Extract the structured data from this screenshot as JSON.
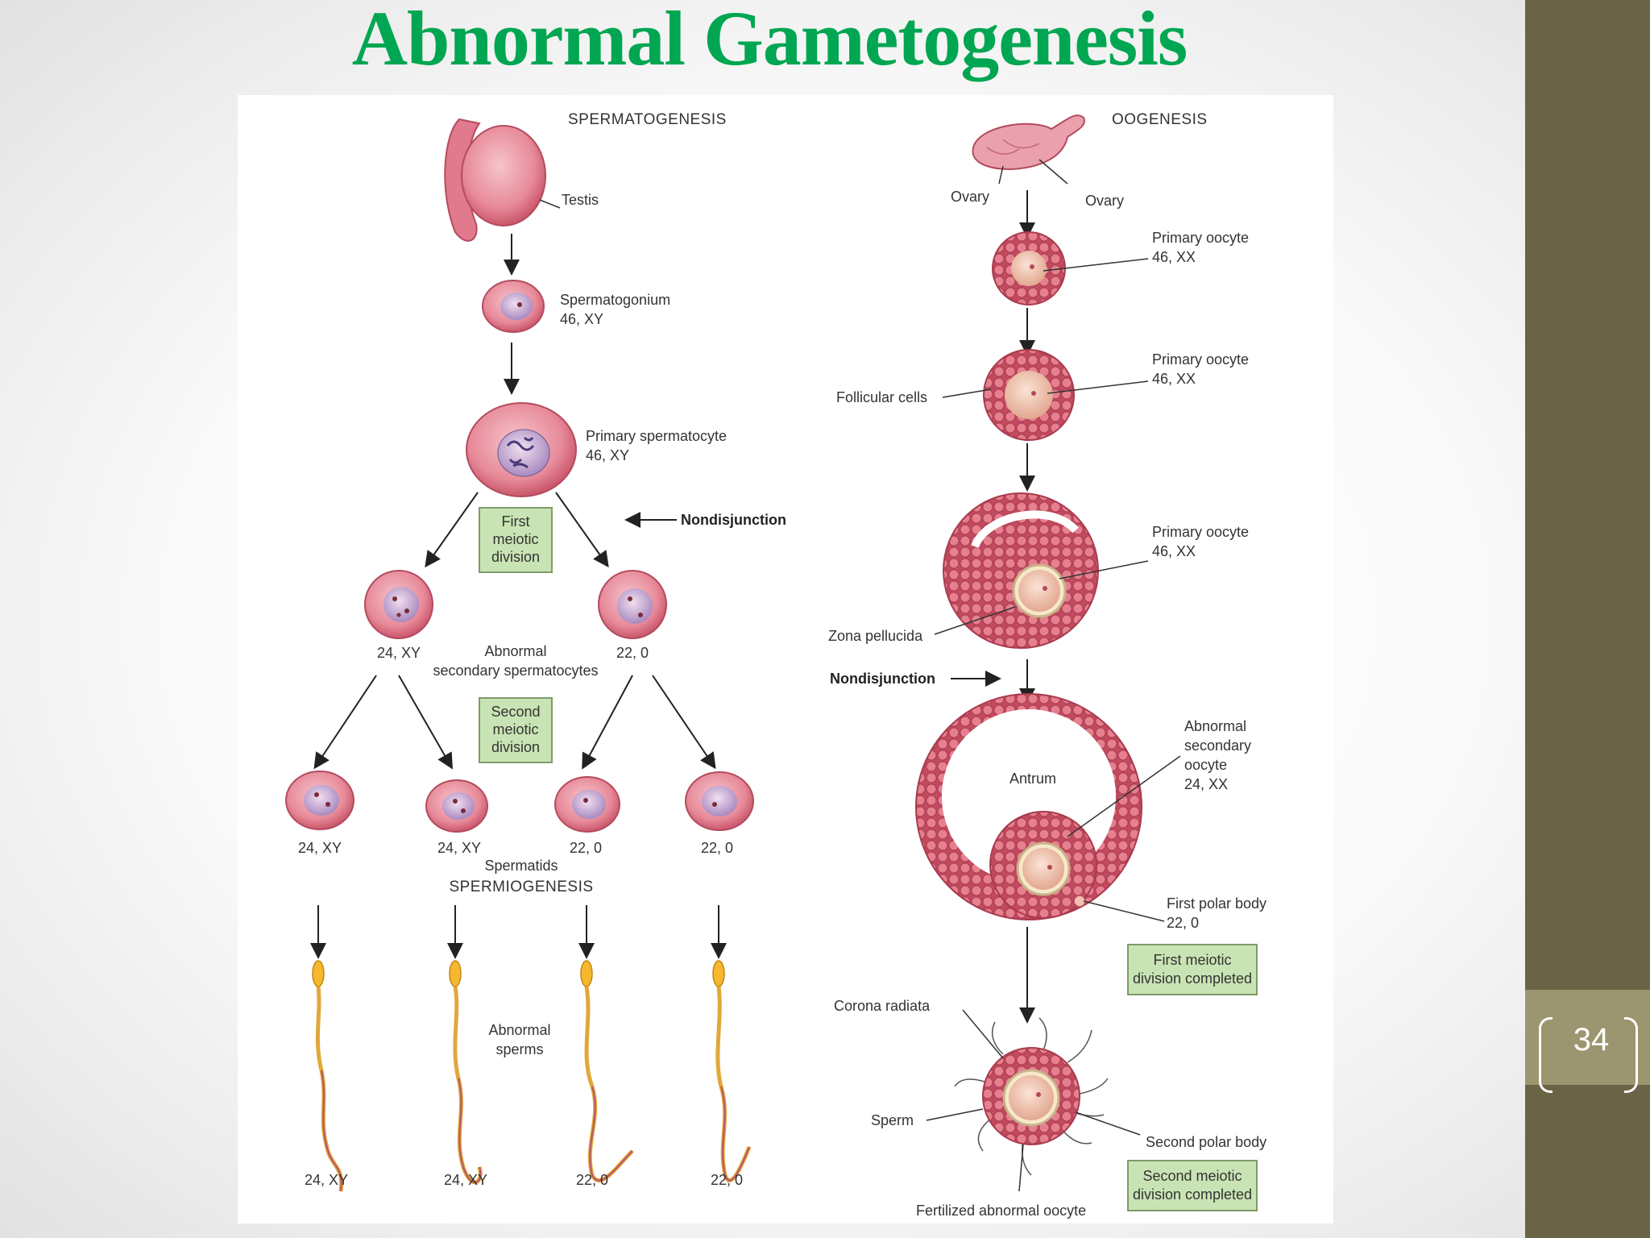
{
  "slide": {
    "title": "Abnormal Gametogenesis",
    "page_number": "34"
  },
  "spermatogenesis": {
    "header": "SPERMATOGENESIS",
    "testis": "Testis",
    "spermatogonium": [
      "Spermatogonium",
      "46, XY"
    ],
    "primary_spermatocyte": [
      "Primary spermatocyte",
      "46, XY"
    ],
    "first_meiotic_box": [
      "First",
      "meiotic",
      "division"
    ],
    "nondisjunction": "Nondisjunction",
    "secondary_left": "24, XY",
    "secondary_right": "22, 0",
    "secondary_caption": [
      "Abnormal",
      "secondary spermatocytes"
    ],
    "second_meiotic_box": [
      "Second",
      "meiotic",
      "division"
    ],
    "spermatid_labels": [
      "24, XY",
      "24, XY",
      "22, 0",
      "22, 0"
    ],
    "spermatids_caption": "Spermatids",
    "spermiogenesis_caption": "SPERMIOGENESIS",
    "abnormal_sperms": [
      "Abnormal",
      "sperms"
    ],
    "sperm_labels": [
      "24, XY",
      "24, XY",
      "22, 0",
      "22, 0"
    ]
  },
  "oogenesis": {
    "header": "OOGENESIS",
    "ovary_left": "Ovary",
    "ovary_right": "Ovary",
    "primary_oocyte_1": [
      "Primary oocyte",
      "46, XX"
    ],
    "primary_oocyte_2": [
      "Primary oocyte",
      "46, XX"
    ],
    "follicular_cells": "Follicular cells",
    "primary_oocyte_3": [
      "Primary oocyte",
      "46, XX"
    ],
    "zona_pellucida": "Zona pellucida",
    "nondisjunction": "Nondisjunction",
    "antrum": "Antrum",
    "abnormal_secondary_oocyte": [
      "Abnormal",
      "secondary",
      "oocyte",
      "24, XX"
    ],
    "first_polar_body": [
      "First polar body",
      "22, 0"
    ],
    "first_meiotic_completed": [
      "First meiotic",
      "division completed"
    ],
    "corona_radiata": "Corona radiata",
    "sperm": "Sperm",
    "second_polar_body": "Second polar body",
    "second_meiotic_completed": [
      "Second meiotic",
      "division completed"
    ],
    "fertilized_oocyte": "Fertilized abnormal oocyte"
  }
}
